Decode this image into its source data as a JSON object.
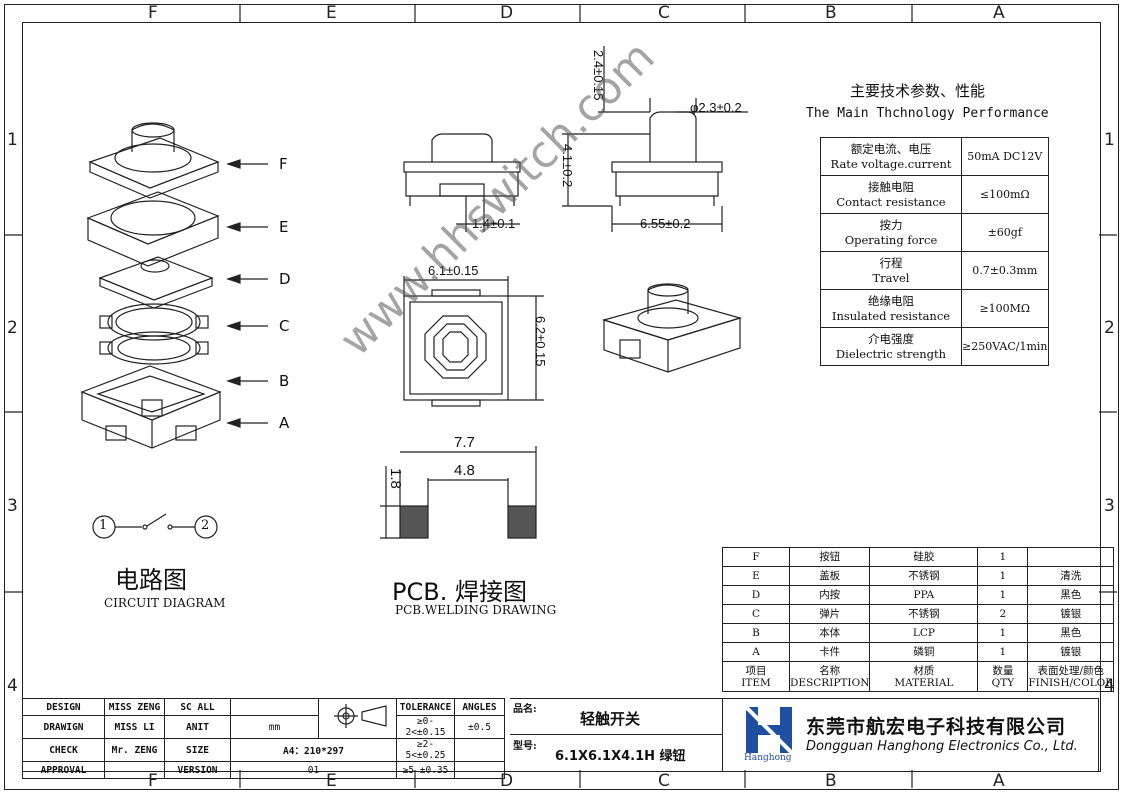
{
  "zone_letters": [
    "F",
    "E",
    "D",
    "C",
    "B",
    "A"
  ],
  "zone_numbers": [
    "1",
    "2",
    "3",
    "4"
  ],
  "layers": [
    "F",
    "E",
    "D",
    "C",
    "B",
    "A"
  ],
  "circuit": {
    "node1": "1",
    "node2": "2",
    "title_cn": "电路图",
    "title_en": "CIRCUIT DIAGRAM"
  },
  "pcb": {
    "title_cn": "PCB. 焊接图",
    "title_en": "PCB.WELDING DRAWING",
    "dim_77": "7.7",
    "dim_48": "4.8",
    "dim_18": "1.8"
  },
  "dims": {
    "height_total": "2.4±0.15",
    "button_dia": "φ2.3±0.2",
    "body_height": "4.1±0.2",
    "lead": "1.4±0.1",
    "overall_width": "6.55±0.2",
    "top_width": "6.1±0.15",
    "top_height": "6.2±0.15"
  },
  "watermark": "www.hhswitch.com",
  "spec": {
    "title_cn": "主要技术参数、性能",
    "title_en": "The Main Thchnology Performance",
    "rows": [
      {
        "cn": "额定电流、电压",
        "en": "Rate voltage.current",
        "value": "50mA DC12V"
      },
      {
        "cn": "接触电阻",
        "en": "Contact resistance",
        "value": "≤100mΩ"
      },
      {
        "cn": "按力",
        "en": "Operating force",
        "value": "±60gf"
      },
      {
        "cn": "行程",
        "en": "Travel",
        "value": "0.7±0.3mm"
      },
      {
        "cn": "绝缘电阻",
        "en": "Insulated resistance",
        "value": "≥100MΩ"
      },
      {
        "cn": "介电强度",
        "en": "Dielectric strength",
        "value": "≥250VAC/1min"
      }
    ]
  },
  "bom": {
    "rows": [
      [
        "F",
        "按钮",
        "硅胶",
        "1",
        ""
      ],
      [
        "E",
        "盖板",
        "不锈钢",
        "1",
        "清洗"
      ],
      [
        "D",
        "内按",
        "PPA",
        "1",
        "黑色"
      ],
      [
        "C",
        "弹片",
        "不锈钢",
        "2",
        "镀银"
      ],
      [
        "B",
        "本体",
        "LCP",
        "1",
        "黑色"
      ],
      [
        "A",
        "卡件",
        "磷铜",
        "1",
        "镀银"
      ]
    ],
    "header": [
      [
        "项目",
        "ITEM"
      ],
      [
        "名称",
        "DESCRIPTION"
      ],
      [
        "材质",
        "MATERIAL"
      ],
      [
        "数量",
        "QTY"
      ],
      [
        "表面处理/颜色",
        "FINISH/COLOR"
      ]
    ]
  },
  "title_block": {
    "design": "DESIGN",
    "design_by": "MISS ZENG",
    "sc": "SC ALL",
    "drawign": "DRAWIGN",
    "drawign_by": "MISS LI",
    "anit": "ANIT",
    "unit": "mm",
    "check": "CHECK",
    "check_by": "Mr. ZENG",
    "size": "SIZE",
    "size_val": "A4：210*297",
    "approval": "APPROVAL",
    "version": "VERSION",
    "version_val": "01",
    "tolerance": "TOLERANCE",
    "angles": "ANGLES",
    "tol1": "≥0-2<±0.15",
    "ang1": "±0.5",
    "tol2": "≥2-5<±0.25",
    "tol3": "≥5  ±0.35",
    "name_label": "品名:",
    "name_val": "轻触开关",
    "model_label": "型号:",
    "model_val": "6.1X6.1X4.1H 绿钮"
  },
  "company": {
    "cn": "东莞市航宏电子科技有限公司",
    "en": "Dongguan Hanghong Electronics Co., Ltd.",
    "logo_text": "Hanghong"
  }
}
